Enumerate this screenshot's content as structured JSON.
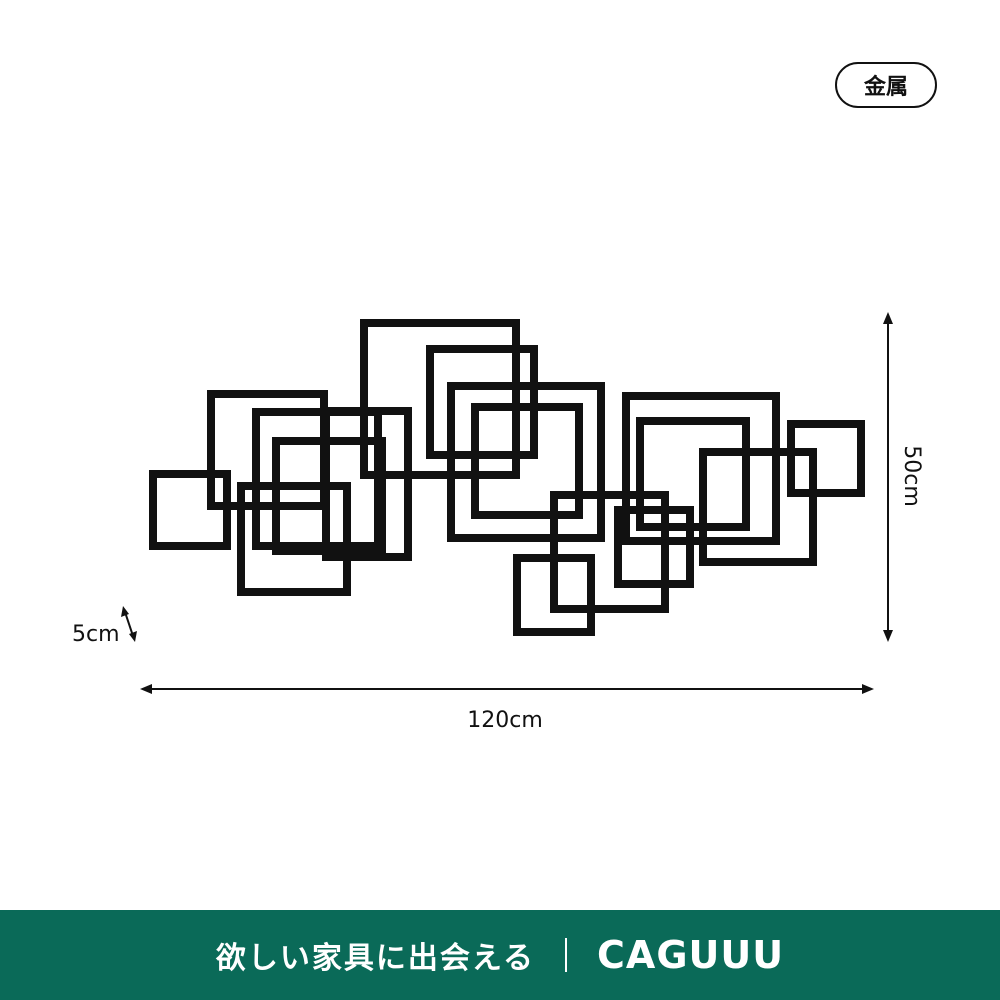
{
  "badge": {
    "material": "金属"
  },
  "dimensions": {
    "width": "120cm",
    "height": "50cm",
    "depth": "5cm"
  },
  "footer": {
    "tagline": "欲しい家具に出会える",
    "brand": "CAGUUU"
  },
  "colors": {
    "footer_bg": "#0a6a58",
    "art": "#111111"
  }
}
